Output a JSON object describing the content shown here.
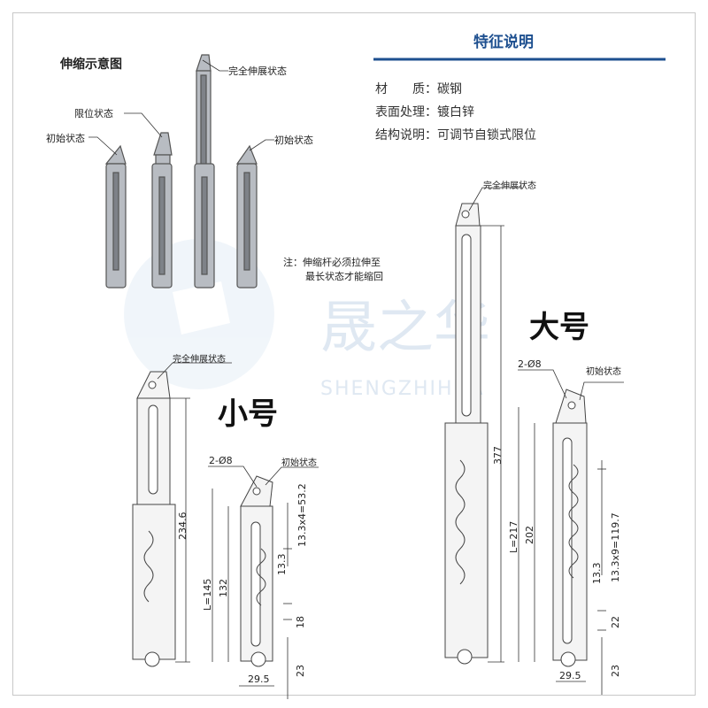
{
  "schematic": {
    "title": "伸缩示意图",
    "labels": {
      "full_extend": "完全伸展状态",
      "limit": "限位状态",
      "initial_left": "初始状态",
      "initial_right": "初始状态"
    },
    "note_line1": "注：伸缩杆必须拉伸至",
    "note_line2": "最长状态才能缩回"
  },
  "features": {
    "title": "特征说明",
    "rows": [
      {
        "key": "材　　质：",
        "value": "碳钢"
      },
      {
        "key": "表面处理：",
        "value": "镀白锌"
      },
      {
        "key": "结构说明：",
        "value": "可调节自锁式限位"
      }
    ],
    "accent_color": "#1d4f8f"
  },
  "watermark": {
    "cn": "晟之华",
    "en": "SHENGZHIHUA"
  },
  "small": {
    "label": "小号",
    "full_extend_label": "完全伸展状态",
    "initial_label": "初始状态",
    "hole_label": "2-Ø8",
    "dims": {
      "full_length": "234.6",
      "L": "L=145",
      "body": "132",
      "step_total": "13.3x4=53.2",
      "step": "13.3",
      "eighteen": "18",
      "bottom": "23",
      "width": "29.5"
    }
  },
  "large": {
    "label": "大号",
    "full_extend_label": "完全伸展状态",
    "initial_label": "初始状态",
    "hole_label": "2-Ø8",
    "dims": {
      "full_length": "377",
      "L": "L=217",
      "body": "202",
      "step_total": "13.3x9=119.7",
      "step": "13.3",
      "twentytwo": "22",
      "bottom": "23",
      "width": "29.5"
    }
  }
}
